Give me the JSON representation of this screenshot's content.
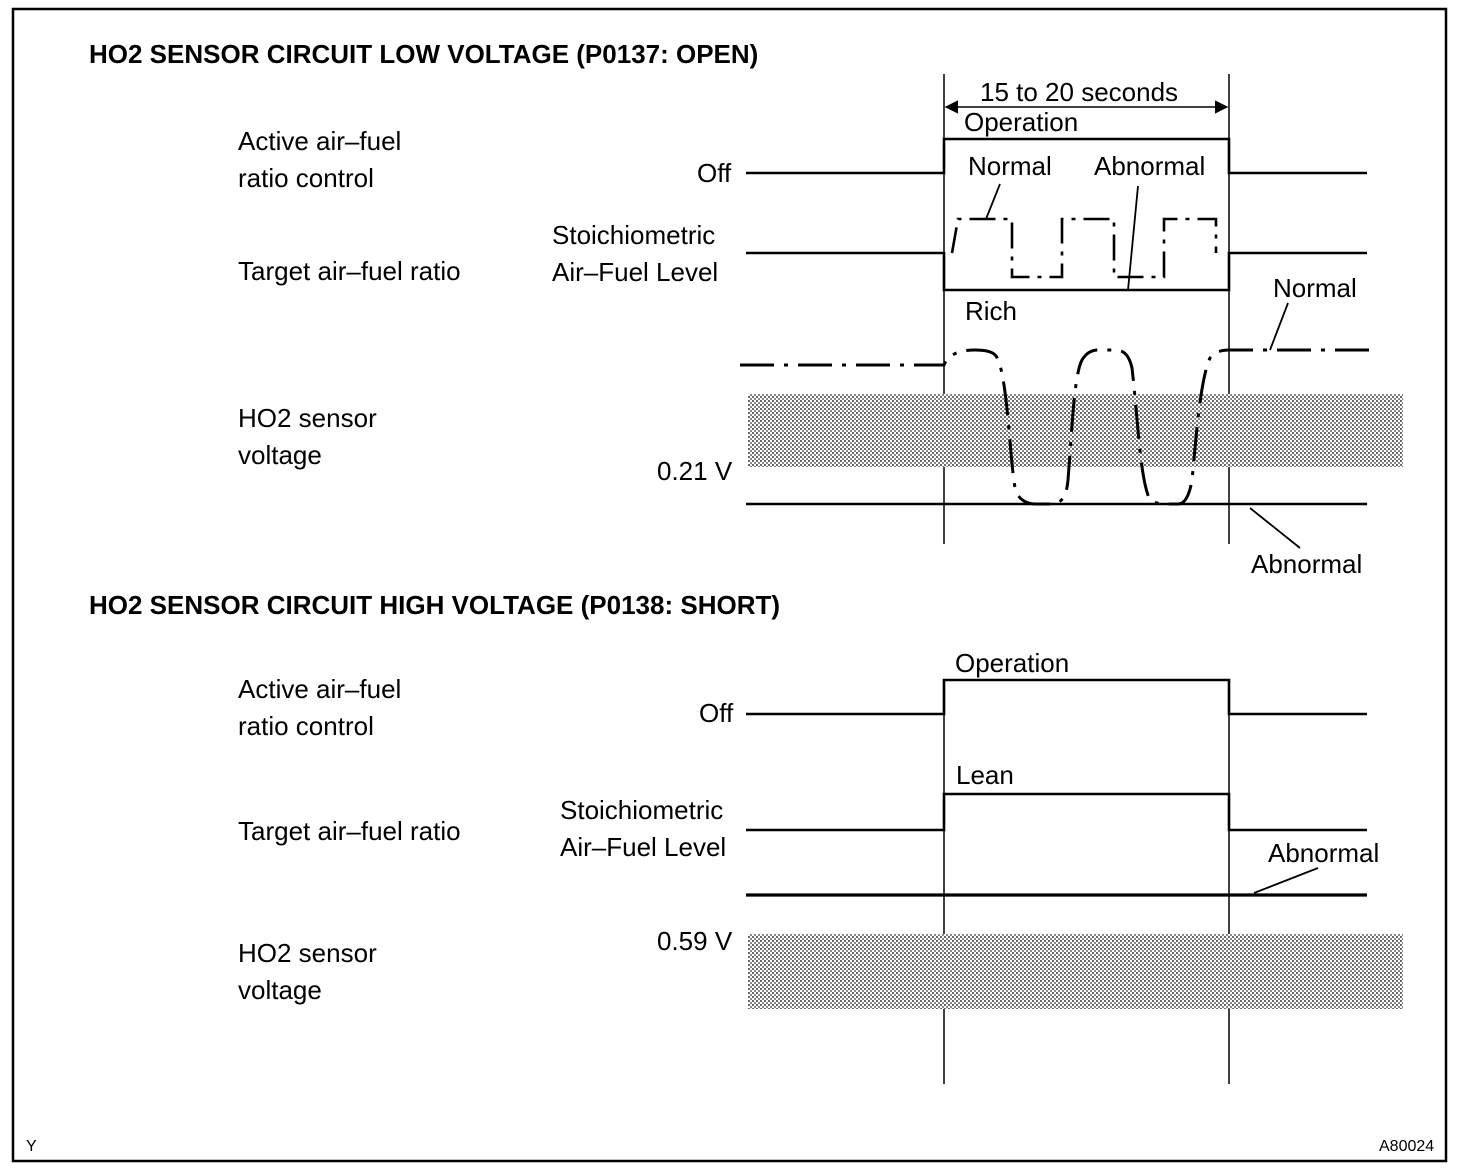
{
  "section1": {
    "title": "HO2 SENSOR CIRCUIT LOW VOLTAGE (P0137: OPEN)",
    "row_active": [
      "Active air–fuel",
      "ratio control"
    ],
    "row_target": "Target air–fuel ratio",
    "row_sensor": [
      "HO2 sensor",
      "voltage"
    ],
    "off_label": "Off",
    "stoich_label": [
      "Stoichiometric",
      "Air–Fuel Level"
    ],
    "duration_label": "15 to 20 seconds",
    "operation_label": "Operation",
    "normal_label_1": "Normal",
    "abnormal_label_1": "Abnormal",
    "rich_label": "Rich",
    "normal_label_2": "Normal",
    "voltage_label": "0.21 V",
    "abnormal_label_2": "Abnormal"
  },
  "section2": {
    "title": "HO2 SENSOR CIRCUIT HIGH VOLTAGE (P0138: SHORT)",
    "row_active": [
      "Active air–fuel",
      "ratio control"
    ],
    "row_target": "Target air–fuel ratio",
    "row_sensor": [
      "HO2 sensor",
      "voltage"
    ],
    "off_label": "Off",
    "operation_label": "Operation",
    "lean_label": "Lean",
    "stoich_label": [
      "Stoichiometric",
      "Air–Fuel Level"
    ],
    "abnormal_label": "Abnormal",
    "voltage_label": "0.59 V"
  },
  "footer": {
    "left_code": "Y",
    "right_code": "A80024"
  }
}
